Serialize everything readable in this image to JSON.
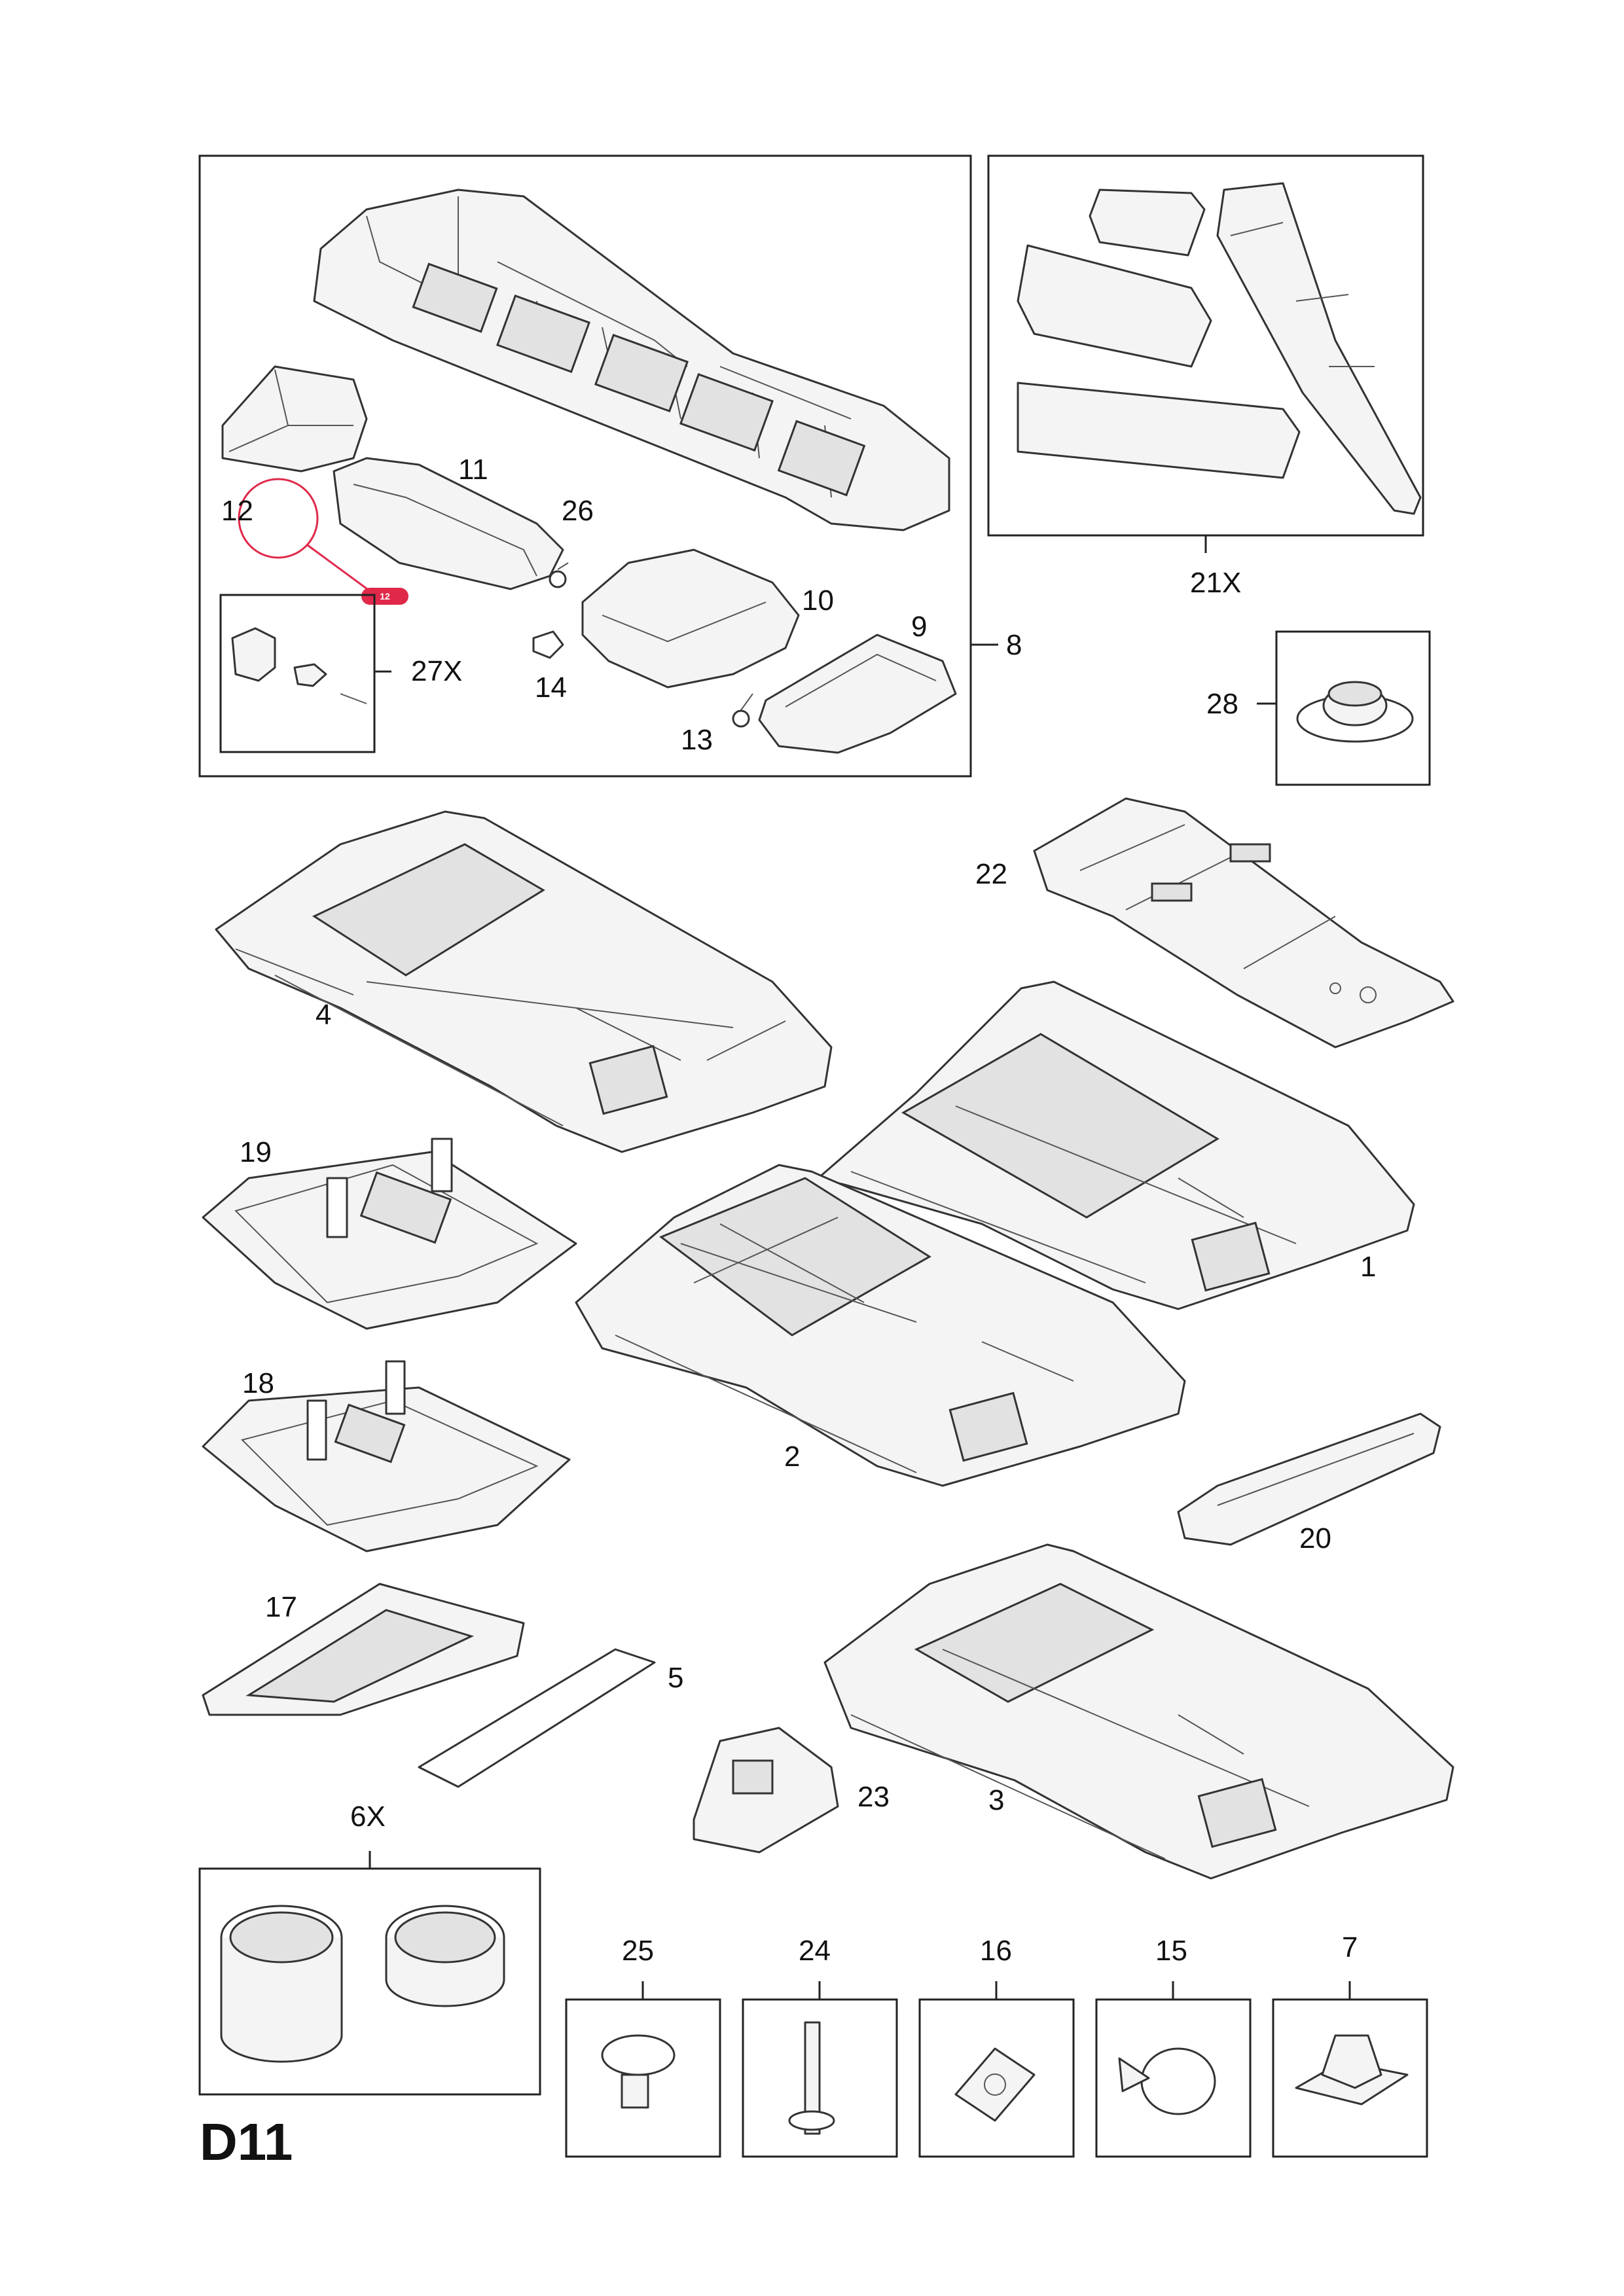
{
  "diagram_code": "D11",
  "accent_color": "#e0294a",
  "detail_badge": "12",
  "labels": {
    "p1": "1",
    "p2": "2",
    "p3": "3",
    "p4": "4",
    "p5": "5",
    "p6x": "6X",
    "p7": "7",
    "p8": "8",
    "p9": "9",
    "p10": "10",
    "p11": "11",
    "p12": "12",
    "p13": "13",
    "p14": "14",
    "p15": "15",
    "p16": "16",
    "p17": "17",
    "p18": "18",
    "p19": "19",
    "p20": "20",
    "p21x": "21X",
    "p22": "22",
    "p23": "23",
    "p24": "24",
    "p25": "25",
    "p26": "26",
    "p27x": "27X",
    "p28": "28"
  }
}
